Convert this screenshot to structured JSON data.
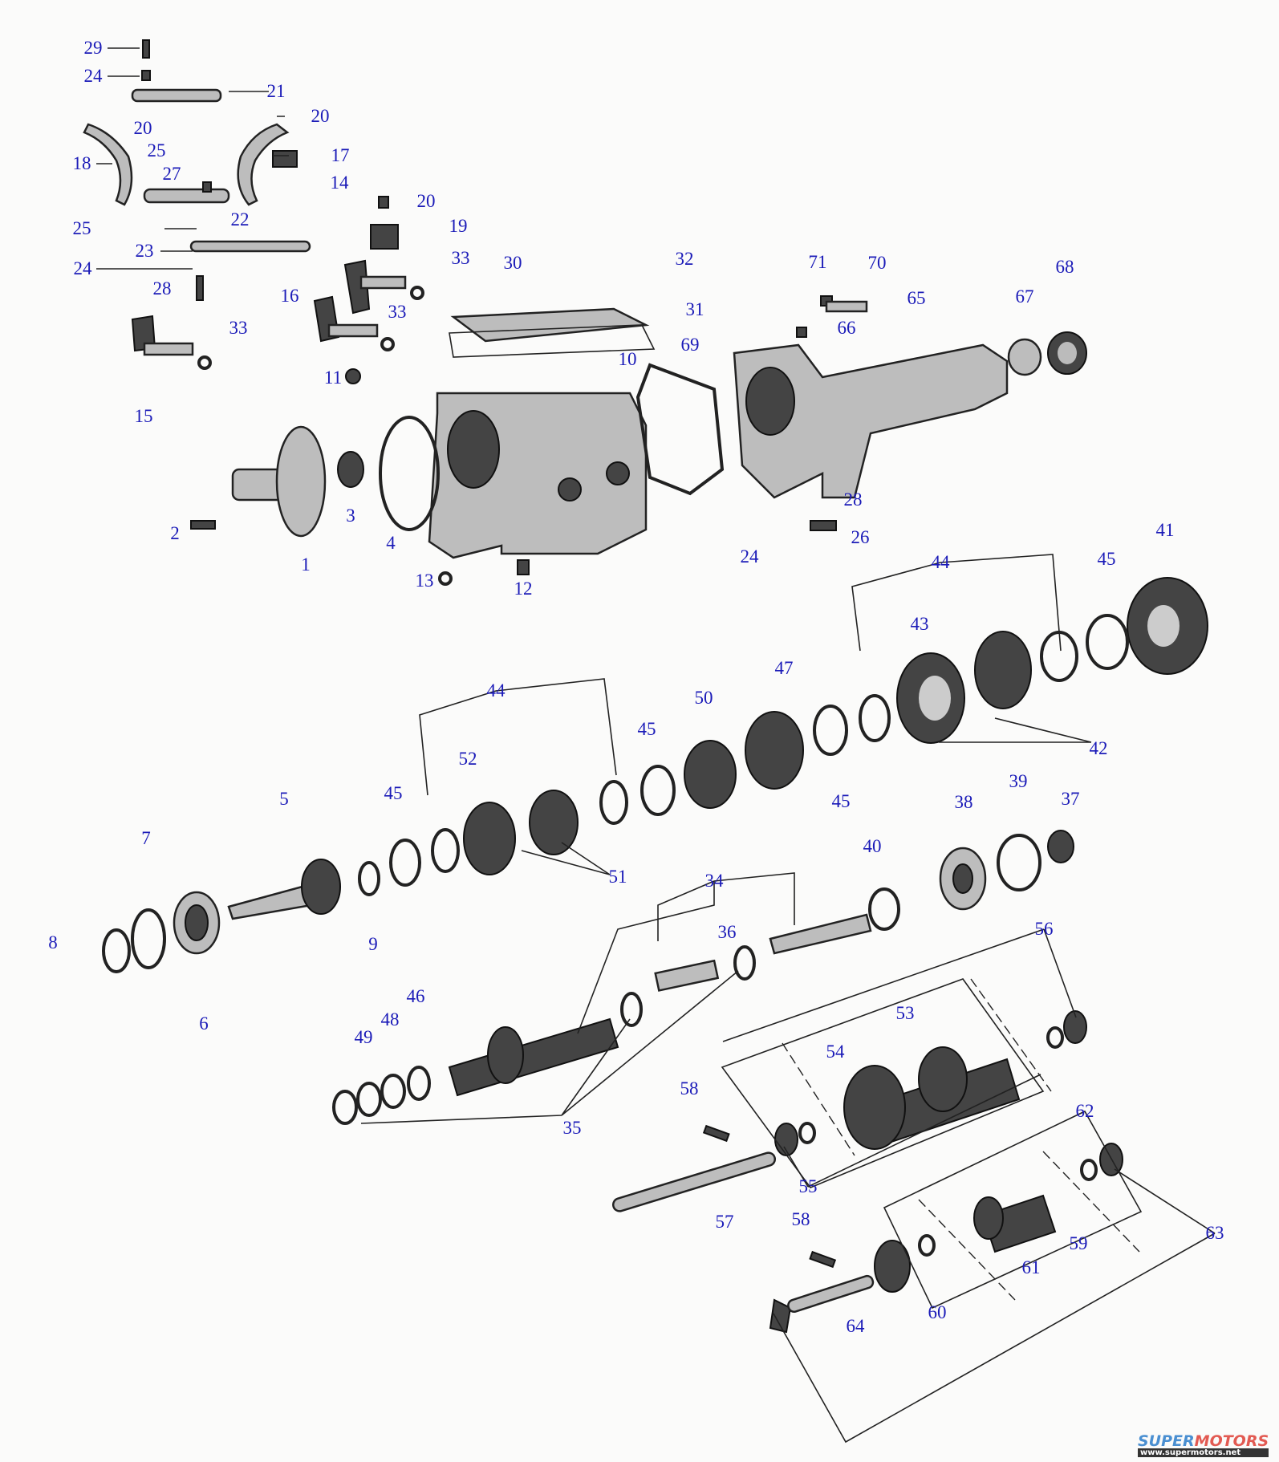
{
  "title": "Transmission exploded parts diagram",
  "labels": [
    "29",
    "24",
    "21",
    "20",
    "20",
    "25",
    "17",
    "18",
    "27",
    "22",
    "20",
    "14",
    "19",
    "25",
    "23",
    "24",
    "33",
    "30",
    "32",
    "71",
    "70",
    "68",
    "28",
    "16",
    "65",
    "67",
    "31",
    "33",
    "33",
    "66",
    "69",
    "10",
    "11",
    "15",
    "3",
    "2",
    "4",
    "1",
    "28",
    "26",
    "24",
    "13",
    "12",
    "41",
    "44",
    "45",
    "43",
    "47",
    "50",
    "44",
    "45",
    "42",
    "52",
    "45",
    "5",
    "45",
    "38",
    "39",
    "37",
    "7",
    "40",
    "51",
    "34",
    "56",
    "8",
    "9",
    "36",
    "6",
    "46",
    "48",
    "53",
    "49",
    "54",
    "35",
    "58",
    "62",
    "55",
    "57",
    "58",
    "63",
    "59",
    "61",
    "60",
    "64"
  ],
  "logo": {
    "brand_a": "SUPER",
    "brand_b": "MOTORS",
    "url": "www.supermotors.net"
  },
  "colors": {
    "label": "#1b1bb8",
    "line": "#222222"
  }
}
